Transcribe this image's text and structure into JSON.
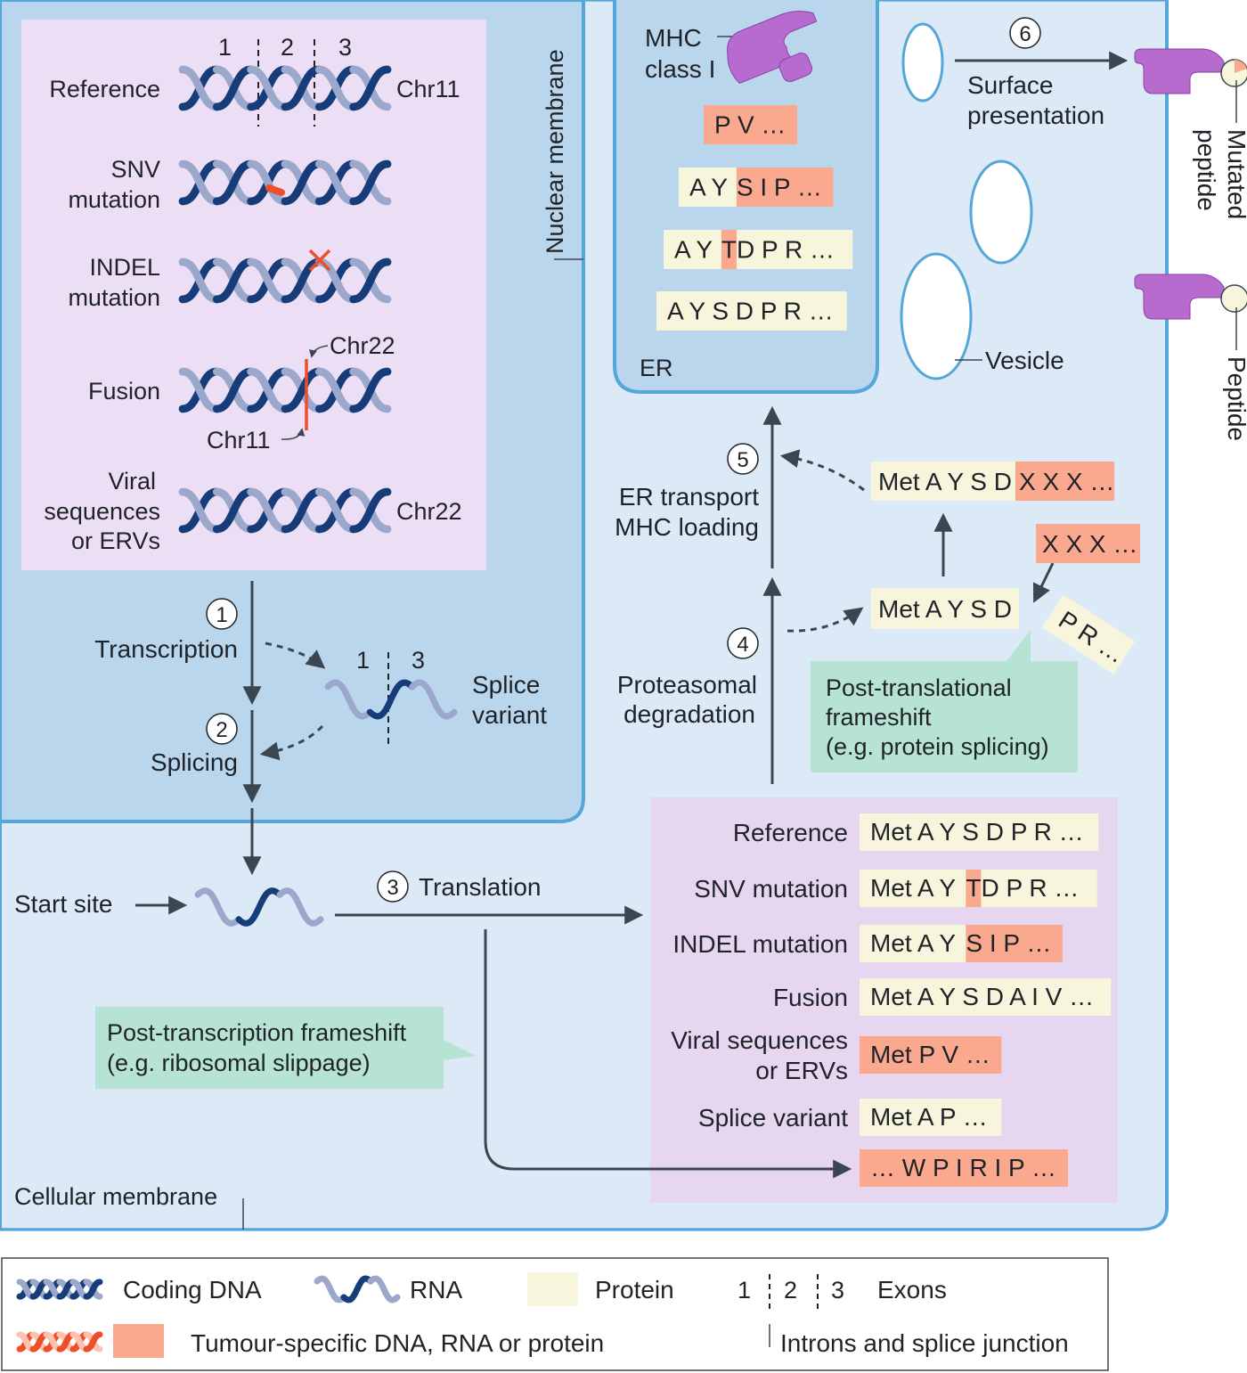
{
  "colors": {
    "cell_fill": "#dceaf7",
    "cell_border": "#56a7d9",
    "nucleus_fill": "#b9d6ec",
    "dna_region_fill": "#ecdff5",
    "protein_region_fill": "#e6d6f0",
    "protein_fill": "#f7f5dc",
    "tumour_fill": "#fba98e",
    "tumour_red": "#ee4e2c",
    "tumour_light": "#fbc3ac",
    "dna_dark": "#163c7a",
    "dna_light": "#9ba8cc",
    "callout_fill": "#b6e3d4",
    "mhc_purple": "#b86bce",
    "arrow": "#3c4650"
  },
  "icons": {
    "dna": "double-helix-icon",
    "rna": "single-strand-wave-icon",
    "mhc": "mhc-class-i-molecule-icon",
    "vesicle": "vesicle-oval-icon",
    "mutation_x": "cross-mark-icon"
  },
  "dna_panel": {
    "exon_numbers": [
      "1",
      "2",
      "3"
    ],
    "rows": [
      {
        "label_lines": [
          "Reference"
        ],
        "right_label": "Chr11"
      },
      {
        "label_lines": [
          "SNV",
          "mutation"
        ],
        "right_label": ""
      },
      {
        "label_lines": [
          "INDEL",
          "mutation"
        ],
        "right_label": ""
      },
      {
        "label_lines": [
          "Fusion"
        ],
        "right_label": ""
      },
      {
        "label_lines": [
          "Viral",
          "sequences",
          "or ERVs"
        ],
        "right_label": "Chr22"
      }
    ],
    "fusion_top_label": "Chr22",
    "fusion_bottom_label": "Chr11"
  },
  "nuclear_membrane_label": "Nuclear membrane",
  "cellular_membrane_label": "Cellular membrane",
  "steps": {
    "transcription": {
      "num": "1",
      "label": "Transcription"
    },
    "splicing": {
      "num": "2",
      "label": "Splicing"
    },
    "translation": {
      "num": "3",
      "label": "Translation"
    },
    "proteasomal": {
      "num": "4",
      "label_lines": [
        "Proteasomal",
        "degradation"
      ]
    },
    "er_transport": {
      "num": "5",
      "label_lines": [
        "ER transport",
        "MHC loading"
      ]
    },
    "surface": {
      "num": "6",
      "label_lines": [
        "Surface",
        "presentation"
      ]
    }
  },
  "splice_variant": {
    "exons": [
      "1",
      "3"
    ],
    "label_lines": [
      "Splice",
      "variant"
    ]
  },
  "start_site_label": "Start site",
  "frameshift_transcription": {
    "lines": [
      "Post-transcription frameshift",
      "(e.g. ribosomal slippage)"
    ]
  },
  "frameshift_translation": {
    "lines": [
      "Post-translational",
      "frameshift",
      "(e.g. protein splicing)"
    ]
  },
  "protein_panel": {
    "rows": [
      {
        "label_lines": [
          "Reference"
        ],
        "segments": [
          {
            "text": "Met A Y S D P R …",
            "tumour": false
          }
        ]
      },
      {
        "label_lines": [
          "SNV mutation"
        ],
        "segments": [
          {
            "text": "Met A Y ",
            "tumour": false
          },
          {
            "text": "T",
            "tumour": true
          },
          {
            "text": " D P R …",
            "tumour": false
          }
        ]
      },
      {
        "label_lines": [
          "INDEL mutation"
        ],
        "segments": [
          {
            "text": "Met A Y ",
            "tumour": false
          },
          {
            "text": "S I P …",
            "tumour": true
          }
        ]
      },
      {
        "label_lines": [
          "Fusion"
        ],
        "segments": [
          {
            "text": "Met A Y S D A I V …",
            "tumour": false
          }
        ]
      },
      {
        "label_lines": [
          "Viral sequences",
          "or ERVs"
        ],
        "segments": [
          {
            "text": "Met P V …",
            "tumour": true
          }
        ]
      },
      {
        "label_lines": [
          "Splice variant"
        ],
        "segments": [
          {
            "text": "Met A P …",
            "tumour": false
          }
        ]
      },
      {
        "label_lines": [],
        "segments": [
          {
            "text": "… W P I R I P …",
            "tumour": true
          }
        ]
      }
    ]
  },
  "degradation": {
    "met_aysd": "Met A Y S D",
    "xxx": "X X X …",
    "pr": "P R …",
    "combined_protein": "Met A Y S D",
    "combined_tumour": "X X X …"
  },
  "er": {
    "label": "ER",
    "mhc_label_lines": [
      "MHC",
      "class I"
    ],
    "peptides": [
      {
        "segments": [
          {
            "text": "P V …",
            "tumour": true
          }
        ]
      },
      {
        "segments": [
          {
            "text": "A Y ",
            "tumour": false
          },
          {
            "text": "S I P …",
            "tumour": true
          }
        ]
      },
      {
        "segments": [
          {
            "text": "A Y ",
            "tumour": false
          },
          {
            "text": "T",
            "tumour": true
          },
          {
            "text": " D P R …",
            "tumour": false
          }
        ]
      },
      {
        "segments": [
          {
            "text": "A Y S D P R …",
            "tumour": false
          }
        ]
      }
    ]
  },
  "vesicle_label": "Vesicle",
  "mutated_peptide_label_lines": [
    "Mutated",
    "peptide"
  ],
  "peptide_label": "Peptide",
  "legend": {
    "coding_dna": "Coding DNA",
    "rna": "RNA",
    "protein": "Protein",
    "exon_numbers": [
      "1",
      "2",
      "3"
    ],
    "exons": "Exons",
    "tumour_specific": "Tumour-specific DNA, RNA or protein",
    "introns": "Introns and splice junction"
  }
}
